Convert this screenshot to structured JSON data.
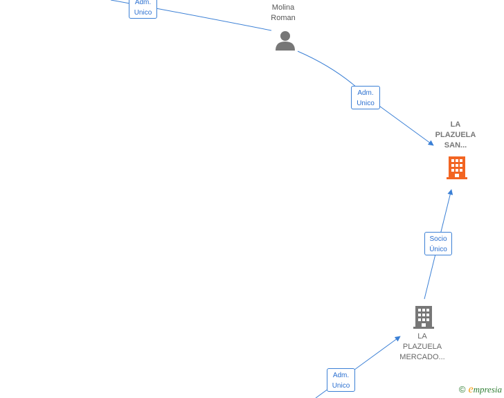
{
  "nodes": {
    "person": {
      "line1": "Molina",
      "line2": "Roman",
      "icon": "person-icon"
    },
    "focus_company": {
      "line1": "LA",
      "line2": "PLAZUELA",
      "line3": "SAN...",
      "icon": "building-icon",
      "color": "#f26522"
    },
    "company": {
      "line1": "LA",
      "line2": "PLAZUELA",
      "line3": "MERCADO...",
      "icon": "building-icon",
      "color": "#777777"
    }
  },
  "edges": [
    {
      "line1": "Adm.",
      "line2": "Unico"
    },
    {
      "line1": "Adm.",
      "line2": "Unico"
    },
    {
      "line1": "Socio",
      "line2": "Único"
    },
    {
      "line1": "Adm.",
      "line2": "Unico"
    }
  ],
  "colors": {
    "edge": "#3a7fd5"
  },
  "brand": {
    "copyright": "©",
    "e": "e",
    "rest": "mpresia"
  }
}
